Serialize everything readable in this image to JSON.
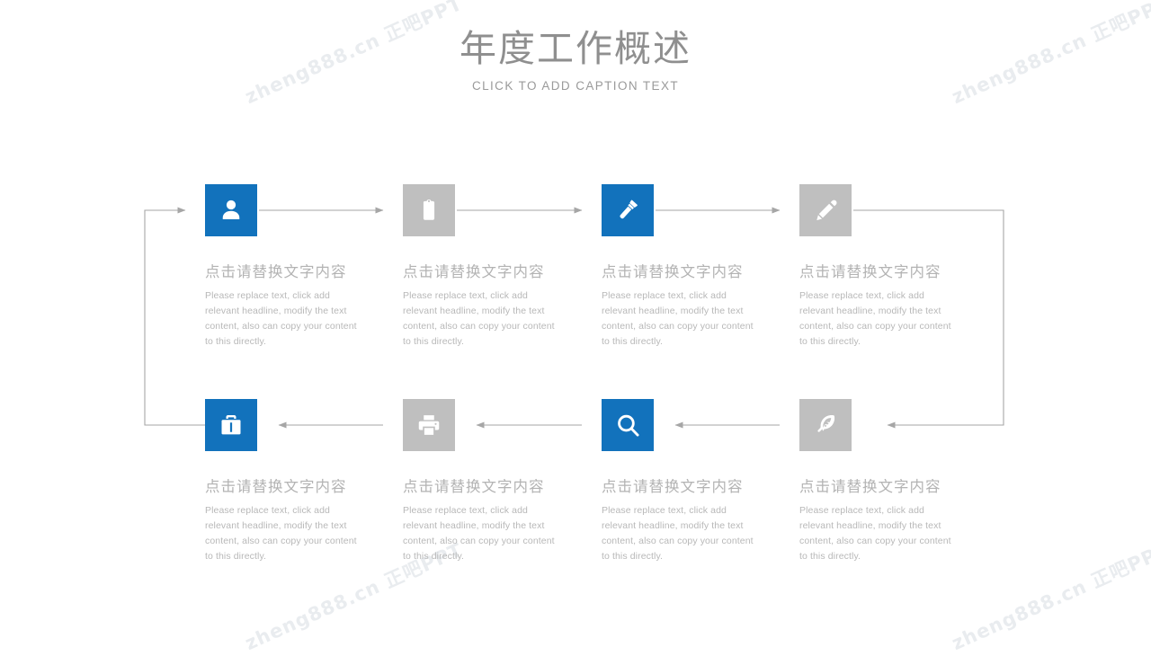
{
  "slide": {
    "title": "年度工作概述",
    "subtitle": "CLICK TO ADD CAPTION TEXT",
    "colors": {
      "accent_blue": "#1272bc",
      "accent_gray": "#bfbfbf",
      "title_gray": "#8f8f8f",
      "text_gray": "#b8b8b8",
      "connector_gray": "#a6a6a6",
      "watermark_gray": "#e9ecef",
      "background": "#ffffff"
    }
  },
  "watermarks": [
    {
      "text": "zheng888.cn 正吧PPT",
      "position": "top-left"
    },
    {
      "text": "zheng888.cn 正吧PPT",
      "position": "top-right"
    },
    {
      "text": "zheng888.cn 正吧PPT",
      "position": "bottom-left"
    },
    {
      "text": "zheng888.cn 正吧PPT",
      "position": "bottom-right"
    }
  ],
  "process": {
    "flow_direction": "top-row-left-to-right, then down right side, bottom-row-right-to-left, then up left side",
    "steps": [
      {
        "index": 1,
        "row": "top",
        "icon": "user-icon",
        "icon_color": "blue",
        "heading": "点击请替换文字内容",
        "body": "Please replace text, click add relevant headline, modify the text content, also can copy your content to this directly."
      },
      {
        "index": 2,
        "row": "top",
        "icon": "clipboard-icon",
        "icon_color": "gray",
        "heading": "点击请替换文字内容",
        "body": "Please replace text, click add relevant headline, modify the text content, also can copy your content to this directly."
      },
      {
        "index": 3,
        "row": "top",
        "icon": "flashlight-icon",
        "icon_color": "blue",
        "heading": "点击请替换文字内容",
        "body": "Please replace text, click add relevant headline, modify the text content, also can copy your content to this directly."
      },
      {
        "index": 4,
        "row": "top",
        "icon": "pencil-icon",
        "icon_color": "gray",
        "heading": "点击请替换文字内容",
        "body": "Please replace text, click add relevant headline, modify the text content, also can copy your content to this directly."
      },
      {
        "index": 5,
        "row": "bottom",
        "icon": "briefcase-icon",
        "icon_color": "blue",
        "heading": "点击请替换文字内容",
        "body": "Please replace text, click add relevant headline, modify the text content, also can copy your content to this directly."
      },
      {
        "index": 6,
        "row": "bottom",
        "icon": "printer-icon",
        "icon_color": "gray",
        "heading": "点击请替换文字内容",
        "body": "Please replace text, click add relevant headline, modify the text content, also can copy your content to this directly."
      },
      {
        "index": 7,
        "row": "bottom",
        "icon": "search-icon",
        "icon_color": "blue",
        "heading": "点击请替换文字内容",
        "body": "Please replace text, click add relevant headline, modify the text content, also can copy your content to this directly."
      },
      {
        "index": 8,
        "row": "bottom",
        "icon": "feather-icon",
        "icon_color": "gray",
        "heading": "点击请替换文字内容",
        "body": "Please replace text, click add relevant headline, modify the text content, also can copy your content to this directly."
      }
    ]
  }
}
